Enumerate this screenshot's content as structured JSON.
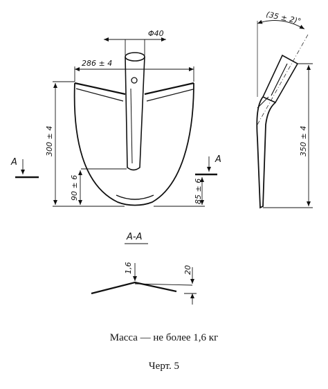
{
  "dimensions": {
    "diameter": "Φ40",
    "width": "286 ± 4",
    "height": "300 ± 4",
    "lower_height": "90 ± 6",
    "side_lower": "85 ± 6",
    "side_height": "350 ± 4",
    "angle": "(35 ± 2)°",
    "section_thickness": "1,6",
    "section_depth": "20"
  },
  "section_marks": {
    "left": "А",
    "right": "А"
  },
  "section_title": "А-А",
  "mass_text": "Масса — не более 1,6 кг",
  "figure_caption": "Черт. 5"
}
